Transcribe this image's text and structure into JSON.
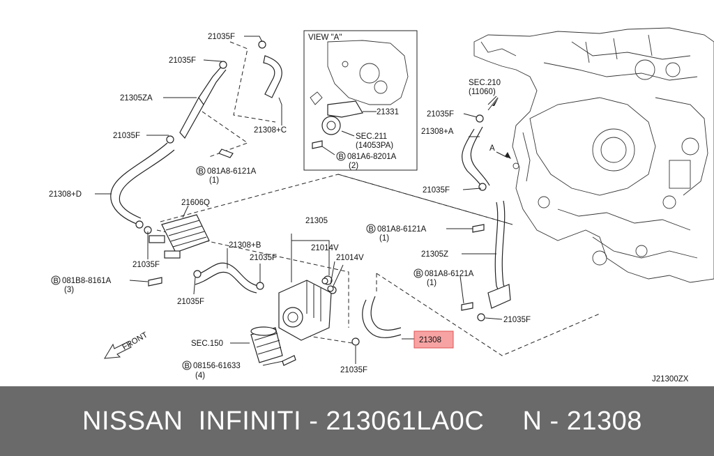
{
  "diagram": {
    "labels": {
      "l_21035F_top": "21035F",
      "l_21035F_2": "21035F",
      "l_21305ZA": "21305ZA",
      "l_21035F_3": "21035F",
      "l_21308C": "21308+C",
      "l_b081A8_a": "081A8-6121A",
      "l_b081A8_a_qty": "(1)",
      "l_21308D": "21308+D",
      "l_21606Q": "21606Q",
      "l_21035F_4": "21035F",
      "l_b081B8": "081B8-8161A",
      "l_b081B8_qty": "(3)",
      "l_21035F_5": "21035F",
      "l_21308B": "21308+B",
      "l_21035F_6": "21035F",
      "l_21305": "21305",
      "l_21014V_a": "21014V",
      "l_21014V_b": "21014V",
      "l_sec150": "SEC.150",
      "l_b08156": "08156-61633",
      "l_b08156_qty": "(4)",
      "l_21035F_7": "21035F",
      "l_21308": "21308",
      "l_view": "VIEW \"A\"",
      "l_21331": "21331",
      "l_sec211": "SEC.211",
      "l_sec211_sub": "(14053PA)",
      "l_b081A6": "081A6-8201A",
      "l_b081A6_qty": "(2)",
      "l_sec210": "SEC.210",
      "l_sec210_sub": "(11060)",
      "l_21035F_8": "21035F",
      "l_21308A": "21308+A",
      "l_A": "A",
      "l_21035F_9": "21035F",
      "l_b081A8_b": "081A8-6121A",
      "l_b081A8_b_qty": "(1)",
      "l_21305Z": "21305Z",
      "l_b081A8_c": "081A8-6121A",
      "l_b081A8_c_qty": "(1)",
      "l_21035F_10": "21035F",
      "l_front": "FRONT",
      "l_code": "J21300ZX"
    },
    "bolt_symbol": "B",
    "highlight_color": "#f7a3a3",
    "highlight_border": "#e05050"
  },
  "footer": {
    "text": "NISSAN  INFINITI - 213061LA0C     N - 21308",
    "background": "#6a6a6a"
  }
}
